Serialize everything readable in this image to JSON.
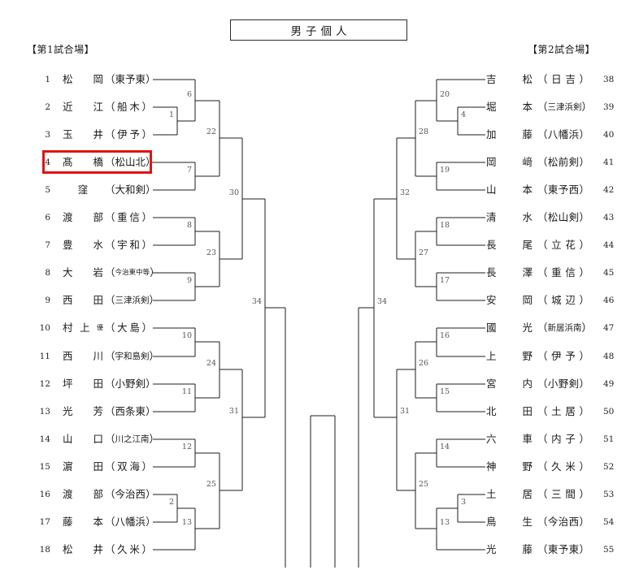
{
  "title": "男子個人",
  "court1": {
    "label": "【第1試合場】"
  },
  "court2": {
    "label": "【第2試合場】"
  },
  "highlight": {
    "color": "#e01313",
    "entry_no": "4",
    "entry_name": "髙橋（松山北）"
  },
  "left_entries": [
    {
      "no": "1",
      "surname": "松岡",
      "school": "東予東",
      "highlight": false
    },
    {
      "no": "2",
      "surname": "近江",
      "school": "船木",
      "highlight": false
    },
    {
      "no": "3",
      "surname": "玉井",
      "school": "伊予",
      "highlight": false
    },
    {
      "no": "4",
      "surname": "髙橋",
      "school": "松山北",
      "highlight": true
    },
    {
      "no": "5",
      "surname": "窪",
      "school": "大和剣",
      "highlight": false
    },
    {
      "no": "6",
      "surname": "渡部",
      "school": "重信",
      "highlight": false
    },
    {
      "no": "7",
      "surname": "豊水",
      "school": "宇和",
      "highlight": false
    },
    {
      "no": "8",
      "surname": "大岩",
      "school": "今治東中等",
      "highlight": false
    },
    {
      "no": "9",
      "surname": "西田",
      "school": "三津浜剣",
      "highlight": false
    },
    {
      "no": "10",
      "surname": "村上",
      "small_suffix": "優",
      "school": "大島",
      "highlight": false
    },
    {
      "no": "11",
      "surname": "西川",
      "school": "宇和島剣",
      "highlight": false
    },
    {
      "no": "12",
      "surname": "坪田",
      "school": "小野剣",
      "highlight": false
    },
    {
      "no": "13",
      "surname": "光芳",
      "school": "西条東",
      "highlight": false
    },
    {
      "no": "14",
      "surname": "山口",
      "school": "川之江南",
      "highlight": false
    },
    {
      "no": "15",
      "surname": "濵田",
      "school": "双海",
      "highlight": false
    },
    {
      "no": "16",
      "surname": "渡部",
      "school": "今治西",
      "highlight": false
    },
    {
      "no": "17",
      "surname": "藤本",
      "school": "八幡浜",
      "highlight": false
    },
    {
      "no": "18",
      "surname": "松井",
      "school": "久米",
      "highlight": false
    }
  ],
  "right_entries": [
    {
      "no": "38",
      "surname": "吉松",
      "school": "日吉",
      "highlight": false
    },
    {
      "no": "39",
      "surname": "堀本",
      "school": "三津浜剣",
      "highlight": false
    },
    {
      "no": "40",
      "surname": "加藤",
      "school": "八幡浜",
      "highlight": false
    },
    {
      "no": "41",
      "surname": "岡﨑",
      "school": "松前剣",
      "highlight": false
    },
    {
      "no": "42",
      "surname": "山本",
      "school": "東予西",
      "highlight": false
    },
    {
      "no": "43",
      "surname": "清水",
      "school": "松山剣",
      "highlight": false
    },
    {
      "no": "44",
      "surname": "長尾",
      "school": "立花",
      "highlight": false
    },
    {
      "no": "45",
      "surname": "長澤",
      "school": "重信",
      "highlight": false
    },
    {
      "no": "46",
      "surname": "安岡",
      "school": "城辺",
      "highlight": false
    },
    {
      "no": "47",
      "surname": "國光",
      "school": "新居浜南",
      "highlight": false
    },
    {
      "no": "48",
      "surname": "上野",
      "school": "伊予",
      "highlight": false
    },
    {
      "no": "49",
      "surname": "宮内",
      "school": "小野剣",
      "highlight": false
    },
    {
      "no": "50",
      "surname": "北田",
      "school": "土居",
      "highlight": false
    },
    {
      "no": "51",
      "surname": "六車",
      "school": "内子",
      "highlight": false
    },
    {
      "no": "52",
      "surname": "神野",
      "school": "久米",
      "highlight": false
    },
    {
      "no": "53",
      "surname": "土居",
      "school": "三間",
      "highlight": false
    },
    {
      "no": "54",
      "surname": "鳥生",
      "school": "今治西",
      "highlight": false
    },
    {
      "no": "55",
      "surname": "光藤",
      "school": "東予東",
      "highlight": false
    }
  ],
  "court1_match_numbers": [
    "1",
    "6",
    "7",
    "22",
    "8",
    "9",
    "23",
    "30",
    "10",
    "11",
    "24",
    "12",
    "2",
    "13",
    "25",
    "31",
    "34"
  ],
  "court2_match_numbers": [
    "20",
    "4",
    "19",
    "28",
    "18",
    "17",
    "27",
    "32",
    "16",
    "15",
    "26",
    "14",
    "3",
    "13",
    "25",
    "31",
    "34"
  ]
}
